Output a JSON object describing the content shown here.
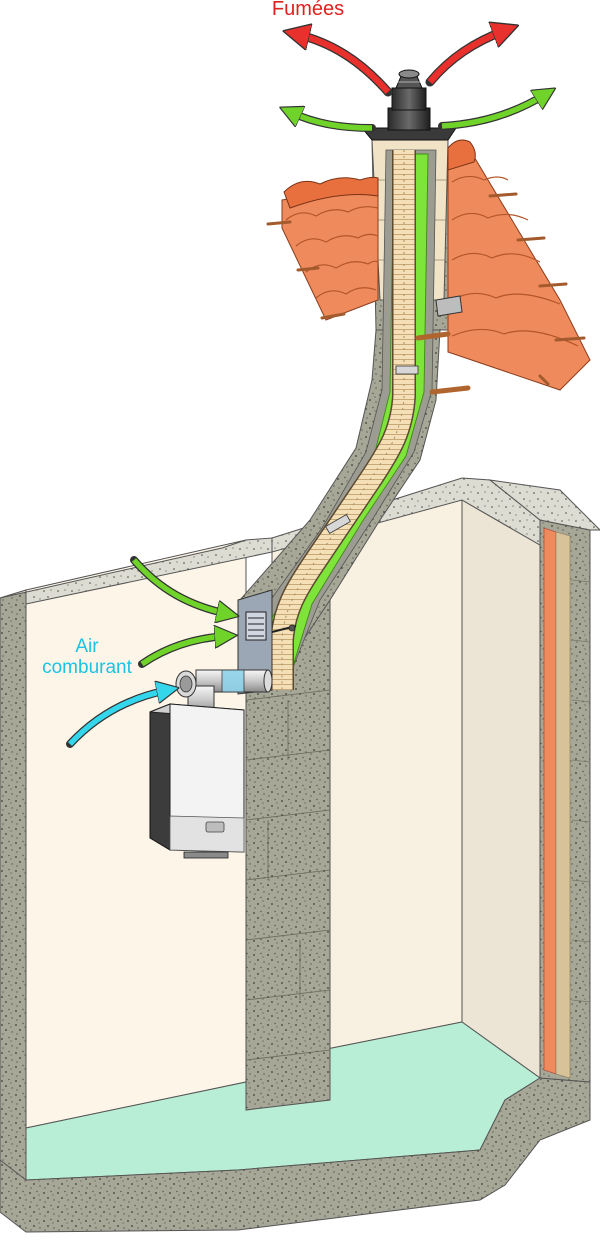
{
  "labels": {
    "fumees": "Fumées",
    "air_line1": "Air",
    "air_line2": "comburant"
  },
  "colors": {
    "fumees_arrow": "#e8302c",
    "fumees_text": "#e0211e",
    "ventilation_arrow": "#6fd32a",
    "air_arrow": "#34d6ec",
    "air_text": "#1cc3e3",
    "liner_insulation": "#7ee43a",
    "masonry": "#a6a796",
    "interior_wall": "#fcf5e8",
    "floor": "#b9eed6",
    "roof_tile": "#ee8a5c",
    "flexible_flue": "#f2ddb4",
    "boiler_body": "#f3f3f3",
    "boiler_side": "#3c3c3c"
  },
  "icons": {
    "boiler": "boiler-icon",
    "chimney_cap": "chimney-cap-icon",
    "inlet_grille": "vent-grille-icon"
  }
}
